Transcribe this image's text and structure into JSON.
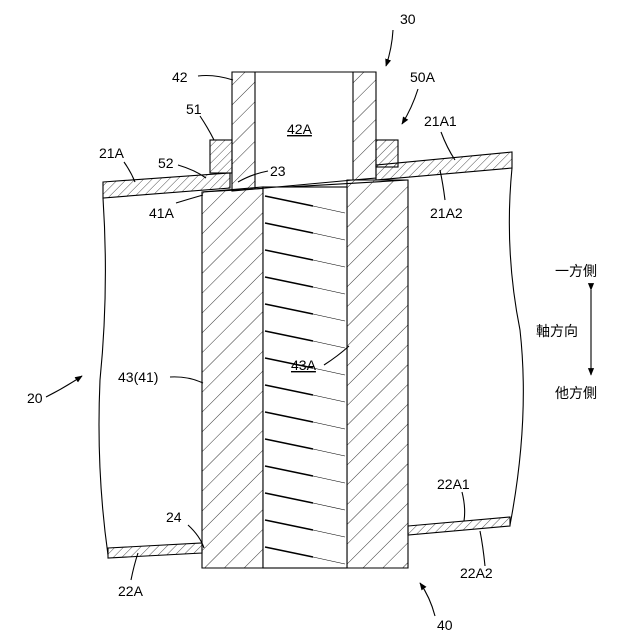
{
  "labels": {
    "l30": "30",
    "l42": "42",
    "l50A": "50A",
    "l51": "51",
    "l42A": "42A",
    "l21A1": "21A1",
    "l21A": "21A",
    "l52": "52",
    "l23": "23",
    "l41A": "41A",
    "l21A2": "21A2",
    "l43A": "43A",
    "l4341": "43(41)",
    "l20": "20",
    "l22A1": "22A1",
    "l24": "24",
    "l22A": "22A",
    "l22A2": "22A2",
    "l40": "40"
  },
  "axis": {
    "one_side": "一方側",
    "direction": "軸方向",
    "other_side": "他方側"
  }
}
